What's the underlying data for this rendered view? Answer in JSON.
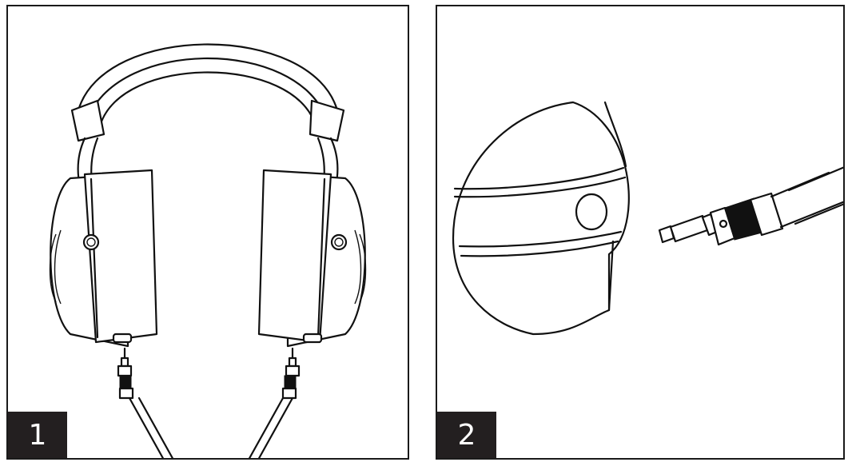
{
  "steps": [
    {
      "number": "1",
      "caption": ""
    },
    {
      "number": "2",
      "caption": ""
    }
  ],
  "icons": {
    "panel_1": "headphones-with-cables-illustration",
    "panel_2": "earcup-jack-and-plug-illustration"
  },
  "colors": {
    "badge_background": "#231f20",
    "badge_text": "#ffffff",
    "line_art": "#111111",
    "border": "#1a1a1a"
  }
}
